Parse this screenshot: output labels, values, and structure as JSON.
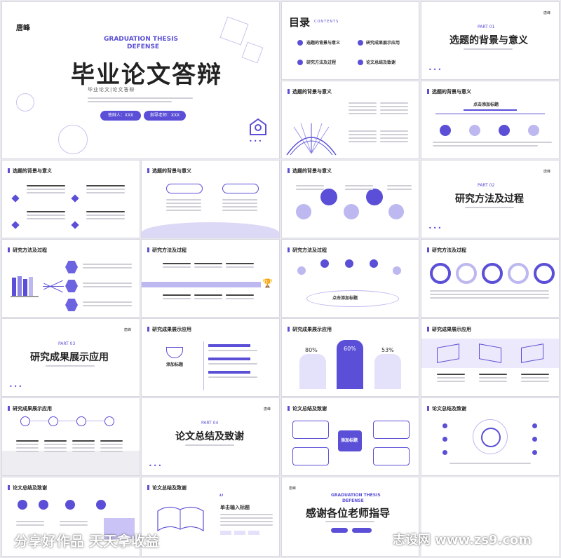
{
  "slide1": {
    "author": "唐峰",
    "en_title_1": "GRADUATION THESIS",
    "en_title_2": "DEFENSE",
    "main_title": "毕业论文答辩",
    "subtitle": "毕业论文|论文答辩",
    "defender_btn": "答辩人：XXX",
    "advisor_btn": "指导老师：XXX"
  },
  "toc": {
    "title": "目录",
    "contents_label": "CONTENTS",
    "items": [
      "选题的背景与意义",
      "研究成果展示应用",
      "研究方法及过程",
      "论文总结及致谢"
    ]
  },
  "part01": {
    "label": "PART 01",
    "title": "选题的背景与意义"
  },
  "part02": {
    "label": "PART 02",
    "title": "研究方法及过程"
  },
  "part03": {
    "label": "PART 03",
    "title": "研究成果展示应用"
  },
  "part04": {
    "label": "PART 04",
    "title": "论文总结及致谢"
  },
  "headers": {
    "bg": "选题的背景与意义",
    "method": "研究方法及过程",
    "result": "研究成果展示应用",
    "summary": "论文总结及致谢"
  },
  "labels": {
    "add_title": "点击添加标题",
    "add_title_short": "添加标题",
    "input_title": "单击输入标题",
    "center": "添加标题",
    "percent1": "80%",
    "percent2": "60%",
    "percent3": "53%",
    "closing": "感谢各位老师指导",
    "author_small": "唐峰"
  },
  "watermark": {
    "left": "分享好作品 天天拿收益",
    "right": "志设网 www.zs9.com"
  },
  "colors": {
    "accent": "#5a4fd6",
    "light": "#bdb8ef",
    "bg": "#e9e9ee"
  }
}
